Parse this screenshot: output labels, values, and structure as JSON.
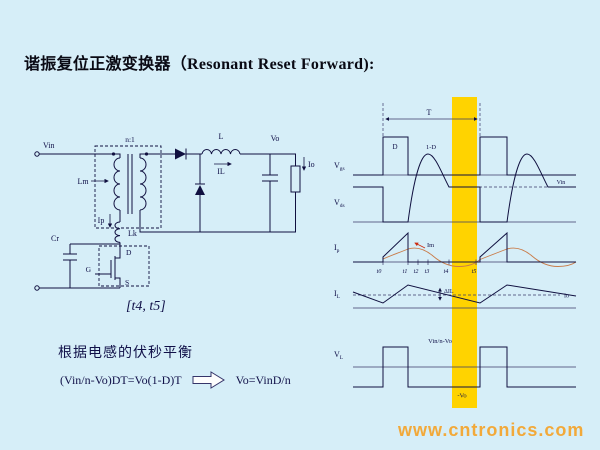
{
  "title": {
    "cn": "谐振复位正激变换器（",
    "en": "Resonant Reset Forward):"
  },
  "circuit": {
    "vin": "Vin",
    "ratio": "n:1",
    "lm": "Lm",
    "ip": "Ip",
    "lk": "Lk",
    "cr": "Cr",
    "gate": "G",
    "drain": "D",
    "source": "S",
    "l": "L",
    "il": "IL",
    "vo": "Vo",
    "io": "Io",
    "interval": "[t4, t5]"
  },
  "notes": {
    "principle": "根据电感的伏秒平衡",
    "eq_left": "(Vin/n-Vo)DT=Vo(1-D)T",
    "eq_right": "Vo=VinD/n"
  },
  "waveforms": {
    "period": "T",
    "duty_on": "D",
    "duty_off": "1-D",
    "rows": [
      {
        "main": "V",
        "sub": "gs"
      },
      {
        "main": "V",
        "sub": "ds"
      },
      {
        "main": "I",
        "sub": "p"
      },
      {
        "main": "I",
        "sub": "L"
      },
      {
        "main": "V",
        "sub": "L"
      }
    ],
    "vin_level": "Vin",
    "magnetizing": "Im",
    "io_level": "Io",
    "delta_il": "ΔIL",
    "vl_high": "Vin/n-Vo",
    "vl_low": "-Vo",
    "times": [
      "t0",
      "t1",
      "t2",
      "t3",
      "t4",
      "t5"
    ]
  },
  "watermark": "www.cntronics.com",
  "colors": {
    "background": "#d6eef8",
    "line": "#101040",
    "highlight": "#ffd300",
    "accent_red": "#cc2b10",
    "watermark_orange": "#f2a93a"
  }
}
